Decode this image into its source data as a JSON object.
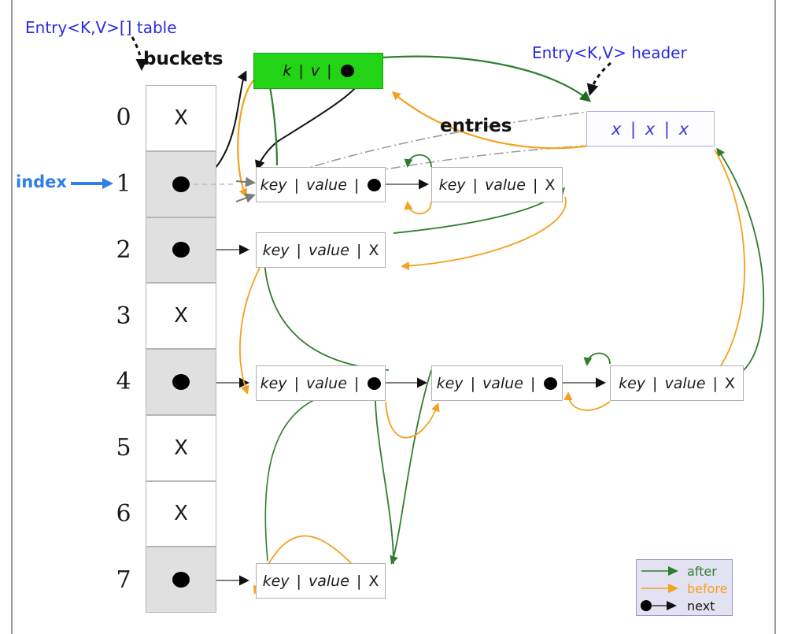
{
  "diagram": {
    "title_annotations": {
      "table_label": "Entry<K,V>[] table",
      "header_label": "Entry<K,V> header",
      "buckets_label": "buckets",
      "entries_label": "entries",
      "index_label": "index"
    },
    "colors": {
      "after": "#2f7d2f",
      "before": "#f5a01e",
      "next": "#000000",
      "annotation_blue": "#2b2bdd",
      "index_blue": "#2f7fe8",
      "green_entry_fill": "#22d316",
      "header_entry_border": "#aab0e8",
      "bucket_filled": "#e0e0e0",
      "bucket_empty": "#ffffff",
      "entries_dashdot": "#9a9a9a"
    },
    "buckets": {
      "empty_marker": "X",
      "rows": [
        {
          "index": "0",
          "state": "empty",
          "marker": "X"
        },
        {
          "index": "1",
          "state": "filled",
          "marker": "dot"
        },
        {
          "index": "2",
          "state": "filled",
          "marker": "dot"
        },
        {
          "index": "3",
          "state": "empty",
          "marker": "X"
        },
        {
          "index": "4",
          "state": "filled",
          "marker": "dot"
        },
        {
          "index": "5",
          "state": "empty",
          "marker": "X"
        },
        {
          "index": "6",
          "state": "empty",
          "marker": "X"
        },
        {
          "index": "7",
          "state": "filled",
          "marker": "dot"
        }
      ]
    },
    "entries": {
      "green_entry": {
        "key": "k",
        "value": "v",
        "next": "dot",
        "sep": "|"
      },
      "header_entry": {
        "key": "x",
        "value": "x",
        "next": "x",
        "sep": "|"
      },
      "bucket1_chain": [
        {
          "key": "key",
          "value": "value",
          "next": "dot"
        },
        {
          "key": "key",
          "value": "value",
          "next": "X"
        }
      ],
      "bucket2_chain": [
        {
          "key": "key",
          "value": "value",
          "next": "X"
        }
      ],
      "bucket4_chain": [
        {
          "key": "key",
          "value": "value",
          "next": "dot"
        },
        {
          "key": "key",
          "value": "value",
          "next": "dot"
        },
        {
          "key": "key",
          "value": "value",
          "next": "X"
        }
      ],
      "bucket7_chain": [
        {
          "key": "key",
          "value": "value",
          "next": "X"
        }
      ]
    },
    "legend": {
      "items": [
        {
          "label": "after",
          "color": "#2f7d2f",
          "style": "line-arrow"
        },
        {
          "label": "before",
          "color": "#f5a01e",
          "style": "line-arrow"
        },
        {
          "label": "next",
          "color": "#000000",
          "style": "dot-arrow"
        }
      ]
    }
  }
}
